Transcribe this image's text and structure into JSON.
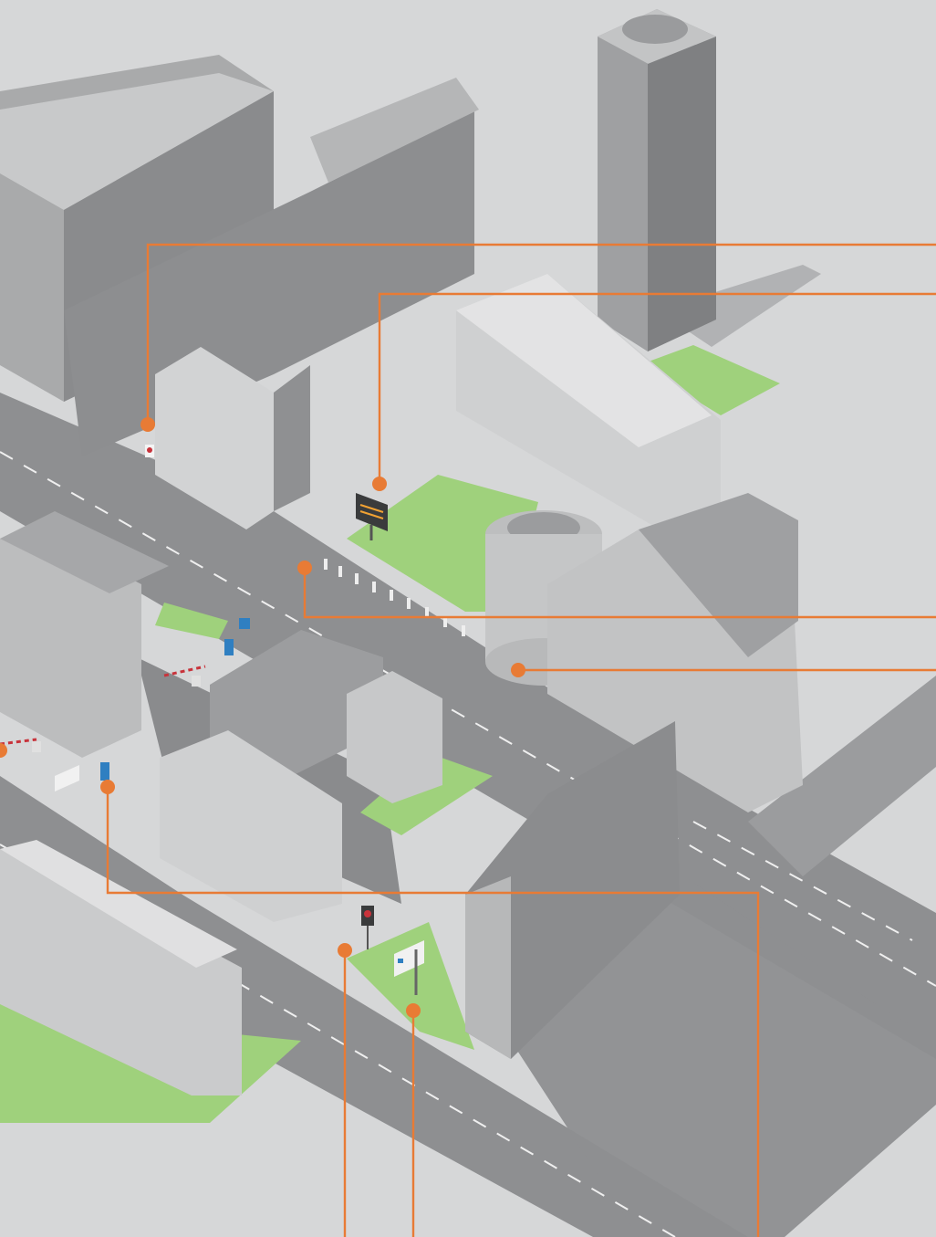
{
  "colors": {
    "background": "#d6d7d8",
    "road": "#8f9092",
    "road_edge": "#7d7e80",
    "lane_mark": "#f2f2f2",
    "grass": "#9fd17c",
    "building_light": "#c9c9ca",
    "building_mid": "#a9aaab",
    "building_dark": "#7f8082",
    "roof": "#e1e1e2",
    "window": "#5f6062",
    "accent": "#e87b35",
    "sign_blue": "#2f7fc1",
    "sign_red": "#c8333b",
    "vms_text": "#f2a233"
  },
  "callouts": [
    {
      "id": "dot-building-sign"
    },
    {
      "id": "dot-variable-message-sign"
    },
    {
      "id": "dot-bollards"
    },
    {
      "id": "dot-parking-garage"
    },
    {
      "id": "dot-left-barrier"
    },
    {
      "id": "dot-parking-sign"
    },
    {
      "id": "dot-no-entry-sign"
    },
    {
      "id": "dot-direction-sign"
    }
  ],
  "icons": [
    "parking-sign-icon",
    "no-entry-sign-icon",
    "variable-message-sign-icon",
    "direction-sign-icon",
    "bollard-icon",
    "barrier-gate-icon"
  ]
}
